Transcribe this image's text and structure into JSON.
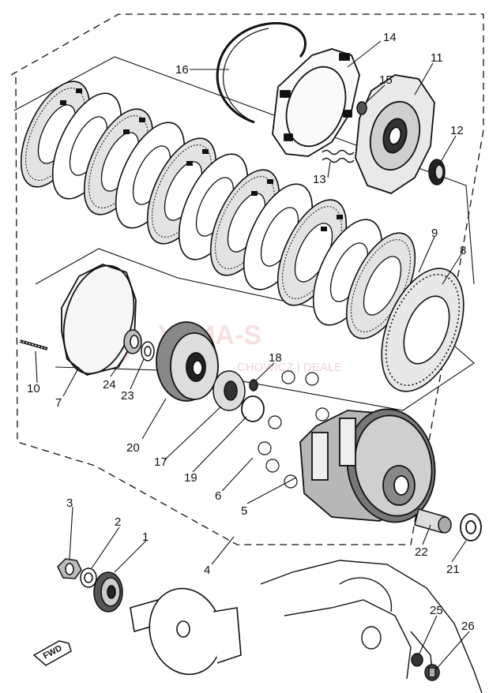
{
  "watermark": {
    "title": "YAMA-S",
    "subtitle": "CHOWICZ | DEALE"
  },
  "fwd_label": "FWD",
  "callouts": [
    {
      "id": "c1",
      "label": "1"
    },
    {
      "id": "c2",
      "label": "2"
    },
    {
      "id": "c3",
      "label": "3"
    },
    {
      "id": "c4",
      "label": "4"
    },
    {
      "id": "c5",
      "label": "5"
    },
    {
      "id": "c6",
      "label": "6"
    },
    {
      "id": "c7",
      "label": "7"
    },
    {
      "id": "c8",
      "label": "8"
    },
    {
      "id": "c9",
      "label": "9"
    },
    {
      "id": "c10",
      "label": "10"
    },
    {
      "id": "c11",
      "label": "11"
    },
    {
      "id": "c12",
      "label": "12"
    },
    {
      "id": "c13",
      "label": "13"
    },
    {
      "id": "c14",
      "label": "14"
    },
    {
      "id": "c15",
      "label": "15"
    },
    {
      "id": "c16",
      "label": "16"
    },
    {
      "id": "c17",
      "label": "17"
    },
    {
      "id": "c18",
      "label": "18"
    },
    {
      "id": "c19",
      "label": "19"
    },
    {
      "id": "c20",
      "label": "20"
    },
    {
      "id": "c21",
      "label": "21"
    },
    {
      "id": "c22",
      "label": "22"
    },
    {
      "id": "c23",
      "label": "23"
    },
    {
      "id": "c24",
      "label": "24"
    },
    {
      "id": "c25",
      "label": "25"
    },
    {
      "id": "c26",
      "label": "26"
    }
  ]
}
